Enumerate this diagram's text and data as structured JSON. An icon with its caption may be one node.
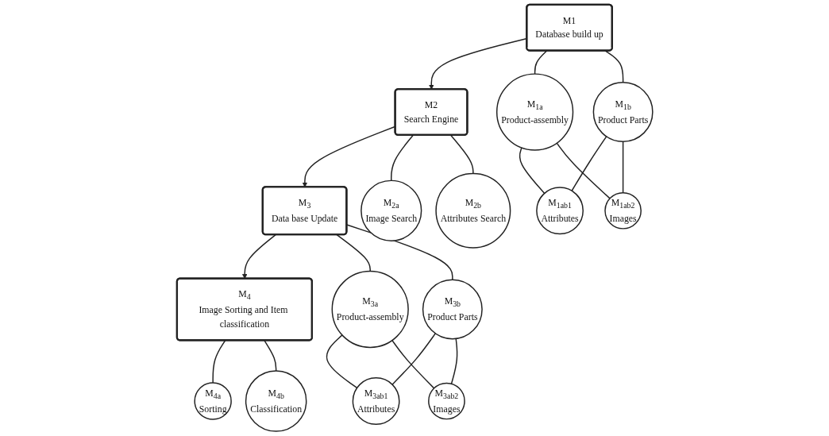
{
  "diagram": {
    "nodes": [
      {
        "text": [
          "M1",
          "Database build up"
        ]
      },
      {
        "text": [
          "M2",
          "Search Engine"
        ]
      },
      {
        "text": [
          "M$_{3}$",
          "Data base Update"
        ]
      },
      {
        "text": [
          "M$_{4}$",
          "Image Sorting and Item classification"
        ]
      },
      {
        "text": [
          "M$_{1a}$",
          "Product-assembly"
        ]
      },
      {
        "text": [
          "M$_{1b}$",
          "Product Parts"
        ]
      },
      {
        "text": [
          "M$_{1ab1}$",
          "Attributes"
        ]
      },
      {
        "text": [
          "M$_{1ab2}$",
          "Images"
        ]
      },
      {
        "text": [
          "M$_{2a}$",
          "Image Search"
        ]
      },
      {
        "text": [
          "M$_{2b}$",
          "Attributes Search"
        ]
      },
      {
        "text": [
          "M$_{3a}$",
          "Product-assembly"
        ]
      },
      {
        "text": [
          "M$_{3b}$",
          "Product Parts"
        ]
      },
      {
        "text": [
          "M$_{3ab1}$",
          "Attributes"
        ]
      },
      {
        "text": [
          "M$_{3ab2}$",
          "Images"
        ]
      },
      {
        "text": [
          "M$_{4a}$",
          "Sorting"
        ]
      },
      {
        "text": [
          "M$_{4b}$",
          "Classification"
        ]
      }
    ],
    "edges": [
      {
        "from": 0,
        "to": 1,
        "arrow": "to"
      },
      {
        "from": 1,
        "to": 2,
        "arrow": "to"
      },
      {
        "from": 2,
        "to": 3,
        "arrow": "to"
      },
      {
        "from": 0,
        "to": 4,
        "arrow": "none"
      },
      {
        "from": 0,
        "to": 5,
        "arrow": "none"
      },
      {
        "from": 4,
        "to": 6,
        "arrow": "none"
      },
      {
        "from": 5,
        "to": 6,
        "arrow": "none"
      },
      {
        "from": 4,
        "to": 7,
        "arrow": "none"
      },
      {
        "from": 5,
        "to": 7,
        "arrow": "none"
      },
      {
        "from": 1,
        "to": 8,
        "arrow": "none"
      },
      {
        "from": 1,
        "to": 9,
        "arrow": "none"
      },
      {
        "from": 2,
        "to": 10,
        "arrow": "none"
      },
      {
        "from": 2,
        "to": 11,
        "arrow": "none"
      },
      {
        "from": 10,
        "to": 12,
        "arrow": "none"
      },
      {
        "from": 11,
        "to": 12,
        "arrow": "none"
      },
      {
        "from": 10,
        "to": 13,
        "arrow": "none"
      },
      {
        "from": 11,
        "to": 13,
        "arrow": "none"
      },
      {
        "from": 3,
        "to": 14,
        "arrow": "none"
      },
      {
        "from": 3,
        "to": 15,
        "arrow": "none"
      }
    ]
  }
}
